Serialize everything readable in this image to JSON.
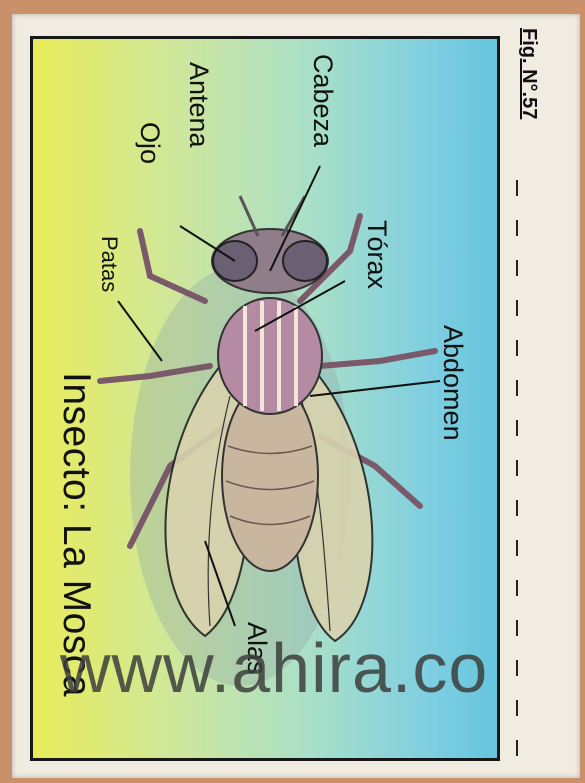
{
  "figure_label": "Fig. N°.57",
  "title": "Insecto: La Mosca",
  "labels": {
    "cabeza": "Cabeza",
    "antena": "Antena",
    "ojo": "Ojo",
    "torax": "Tórax",
    "patas": "Patas",
    "abdomen": "Abdomen",
    "alas": "Alas"
  },
  "watermark": "www.ahira.co",
  "colors": {
    "background": "#c9906a",
    "card": "#f1ece2",
    "panel_gradient": [
      "#e9ec5a",
      "#a9dfc9",
      "#66c5de"
    ],
    "fly_stripes": "#9b6e8d",
    "wing": "#d9d3ae"
  }
}
